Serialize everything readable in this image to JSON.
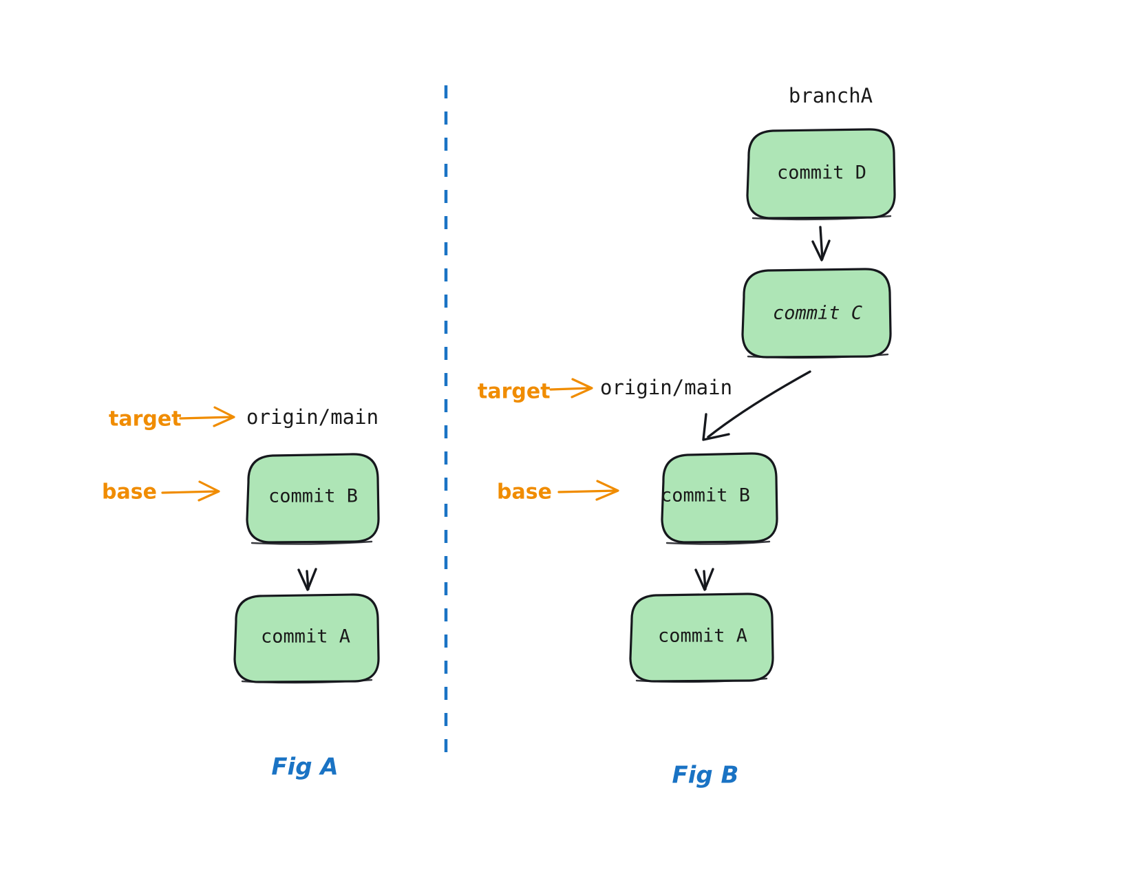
{
  "figure": {
    "title": "Git rebase base and target comparison",
    "colors": {
      "commit_fill": "#aee5b6",
      "commit_stroke": "#16181d",
      "annotation_orange": "#f08c00",
      "figure_blue": "#1a73c4",
      "background": "#ffffff"
    },
    "divider": {
      "name": "vertical-dashed-divider",
      "orientation": "vertical",
      "color": "#1a73c4",
      "style": "dashed"
    }
  },
  "panels": [
    {
      "id": "fig-a",
      "caption": "Fig A",
      "annotations": [
        {
          "id": "target",
          "label": "target",
          "points_to": "origin/main"
        },
        {
          "id": "base",
          "label": "base",
          "points_to": "commit B"
        }
      ],
      "refs": [
        {
          "id": "origin-main",
          "label": "origin/main"
        }
      ],
      "commits": [
        {
          "id": "commit-b",
          "label": "commit B"
        },
        {
          "id": "commit-a",
          "label": "commit A"
        }
      ],
      "edges": [
        {
          "from": "commit B",
          "to": "commit A",
          "style": "straight"
        }
      ]
    },
    {
      "id": "fig-b",
      "caption": "Fig B",
      "annotations": [
        {
          "id": "target",
          "label": "target",
          "points_to": "origin/main"
        },
        {
          "id": "base",
          "label": "base",
          "points_to": "commit B"
        }
      ],
      "refs": [
        {
          "id": "branch-a",
          "label": "branchA"
        },
        {
          "id": "origin-main",
          "label": "origin/main"
        }
      ],
      "commits": [
        {
          "id": "commit-d",
          "label": "commit D"
        },
        {
          "id": "commit-c",
          "label": "commit C"
        },
        {
          "id": "commit-b",
          "label": "commit B"
        },
        {
          "id": "commit-a",
          "label": "commit A"
        }
      ],
      "edges": [
        {
          "from": "commit D",
          "to": "commit C",
          "style": "straight"
        },
        {
          "from": "commit C",
          "to": "commit B",
          "style": "curved"
        },
        {
          "from": "commit B",
          "to": "commit A",
          "style": "straight"
        }
      ]
    }
  ]
}
